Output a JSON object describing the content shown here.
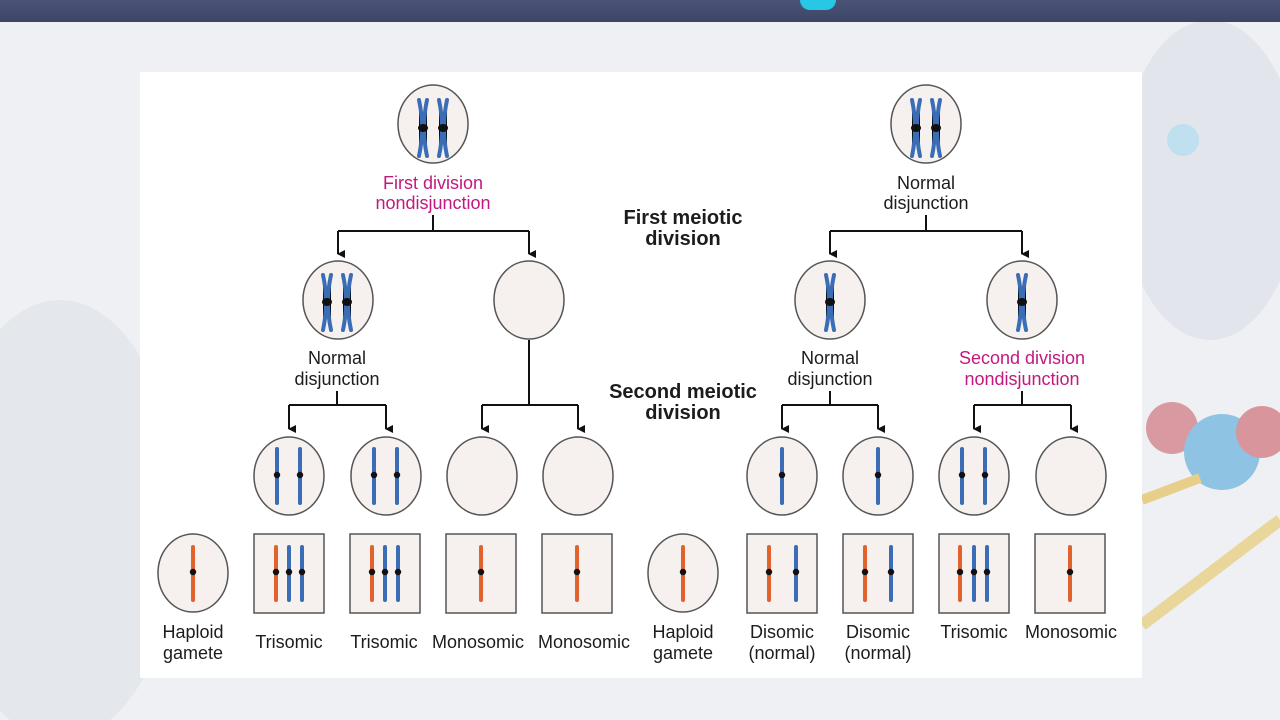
{
  "colors": {
    "blue_chromosome": "#3a6db5",
    "orange_chromosome": "#e0622c",
    "highlight_text": "#c2187f",
    "cell_fill": "#f6f1ee"
  },
  "left_branch": {
    "top_label": [
      "First division",
      "nondisjunction"
    ],
    "mid_left_label": [
      "Normal",
      "disjunction"
    ]
  },
  "right_branch": {
    "top_label": [
      "Normal",
      "disjunction"
    ],
    "mid_left_label": [
      "Normal",
      "disjunction"
    ],
    "mid_right_label": [
      "Second division",
      "nondisjunction"
    ]
  },
  "stage_labels": {
    "first": [
      "First meiotic",
      "division"
    ],
    "second": [
      "Second meiotic",
      "division"
    ]
  },
  "bottom_labels": [
    [
      "Haploid",
      "gamete"
    ],
    [
      "Trisomic"
    ],
    [
      "Trisomic"
    ],
    [
      "Monosomic"
    ],
    [
      "Monosomic"
    ],
    [
      "Haploid",
      "gamete"
    ],
    [
      "Disomic",
      "(normal)"
    ],
    [
      "Disomic",
      "(normal)"
    ],
    [
      "Trisomic"
    ],
    [
      "Monosomic"
    ]
  ]
}
